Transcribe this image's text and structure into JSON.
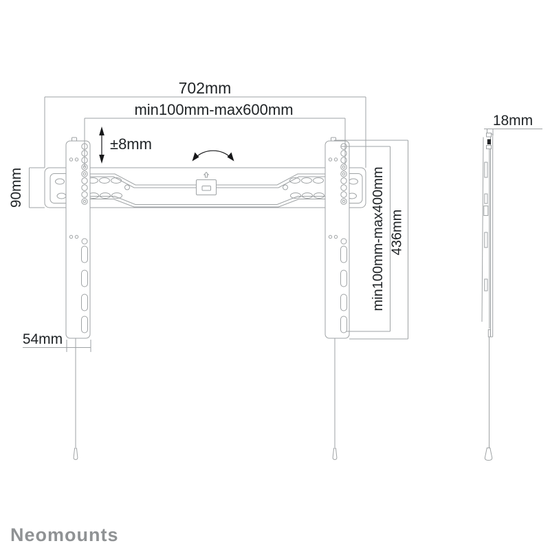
{
  "page": {
    "background": "#ffffff",
    "kind": "product technical drawing"
  },
  "colors": {
    "line": "#9ea2a4",
    "text": "#1f2326",
    "arrow": "#17181a",
    "logo": "#8f9294"
  },
  "labels": {
    "total_width": "702mm",
    "vesa_width_range": "min100mm-max600mm",
    "height_adjustment": "±8mm",
    "wall_plate_height": "90mm",
    "bracket_width": "54mm",
    "vesa_height_range": "min100mm-max400mm",
    "bracket_height": "436mm",
    "depth": "18mm"
  },
  "logo": {
    "brand": "Neomounts"
  },
  "icons": {
    "rotation_arc": "curved double-arrow arc",
    "vertical_adjust": "double-headed vertical arrow",
    "center_plate_mark": "small up-arrow outline"
  }
}
